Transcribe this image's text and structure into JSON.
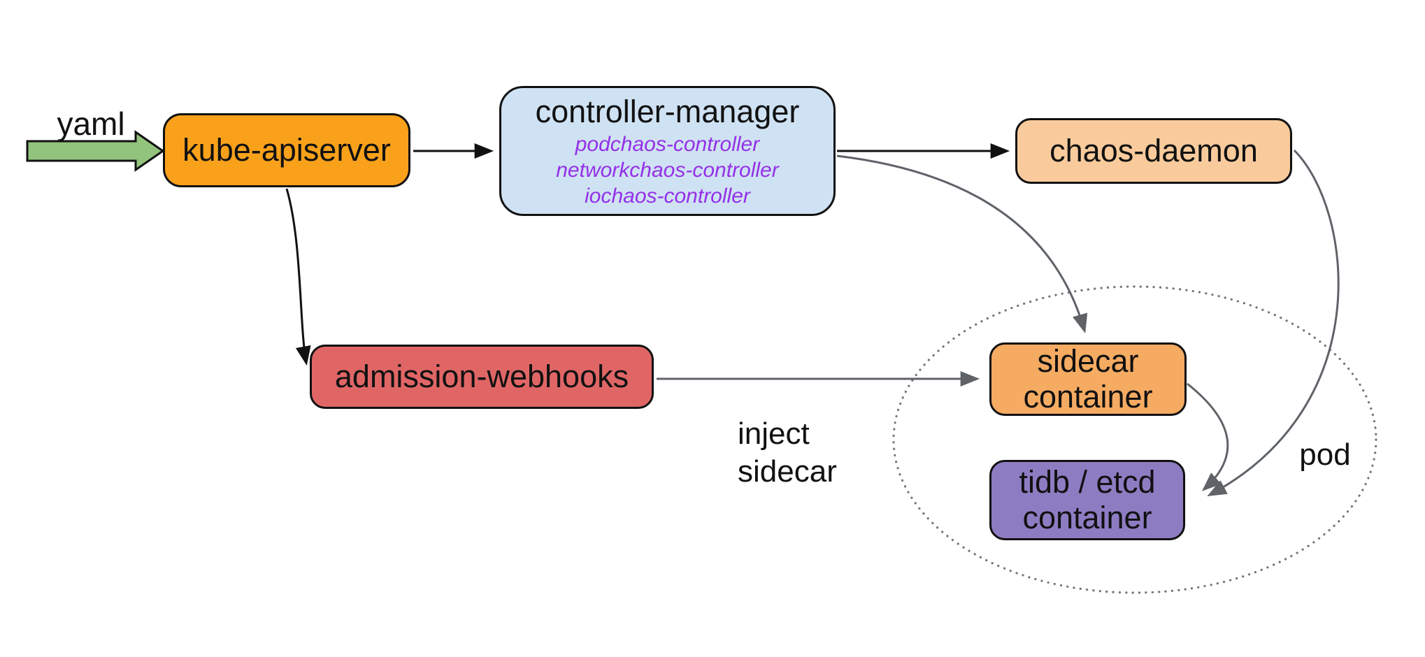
{
  "diagram": {
    "type": "architecture-flow",
    "subject": "chaos-mesh kubernetes architecture",
    "nodes": {
      "kube_apiserver": {
        "label": "kube-apiserver",
        "fill": "#f9a11b"
      },
      "controller_manager": {
        "label": "controller-manager",
        "fill": "#cfe2f3",
        "controllers": [
          "podchaos-controller",
          "networkchaos-controller",
          "iochaos-controller"
        ],
        "controllers_color": "#9430e8"
      },
      "chaos_daemon": {
        "label": "chaos-daemon",
        "fill": "#f9cb9c"
      },
      "admission_webhooks": {
        "label": "admission-webhooks",
        "fill": "#e06666"
      },
      "sidecar_container": {
        "label": "sidecar container",
        "fill": "#f5ab62"
      },
      "tidb_etcd_container": {
        "label": "tidb / etcd container",
        "fill": "#8e7cc3"
      }
    },
    "labels": {
      "yaml": "yaml",
      "inject_sidecar": "inject sidecar",
      "pod": "pod"
    },
    "pod_group": {
      "label": "pod",
      "members": [
        "sidecar container",
        "tidb / etcd container"
      ]
    },
    "edges": [
      {
        "from": "yaml",
        "to": "kube-apiserver",
        "style": "block-arrow"
      },
      {
        "from": "kube-apiserver",
        "to": "controller-manager",
        "style": "solid-black"
      },
      {
        "from": "controller-manager",
        "to": "chaos-daemon",
        "style": "solid-black"
      },
      {
        "from": "kube-apiserver",
        "to": "admission-webhooks",
        "style": "curved-black"
      },
      {
        "from": "controller-manager",
        "to": "sidecar container",
        "style": "curved-gray"
      },
      {
        "from": "admission-webhooks",
        "to": "sidecar container",
        "style": "solid-gray",
        "label": "inject sidecar"
      },
      {
        "from": "chaos-daemon",
        "to": "tidb / etcd container",
        "style": "curved-gray"
      },
      {
        "from": "sidecar container",
        "to": "tidb / etcd container",
        "style": "curved-gray"
      }
    ],
    "colors": {
      "edge_dark": "#111111",
      "edge_gray": "#5f6368",
      "pod_outline": "#767676",
      "yaml_arrow_fill": "#93c47d",
      "text": "#111111",
      "background": "#ffffff"
    }
  }
}
